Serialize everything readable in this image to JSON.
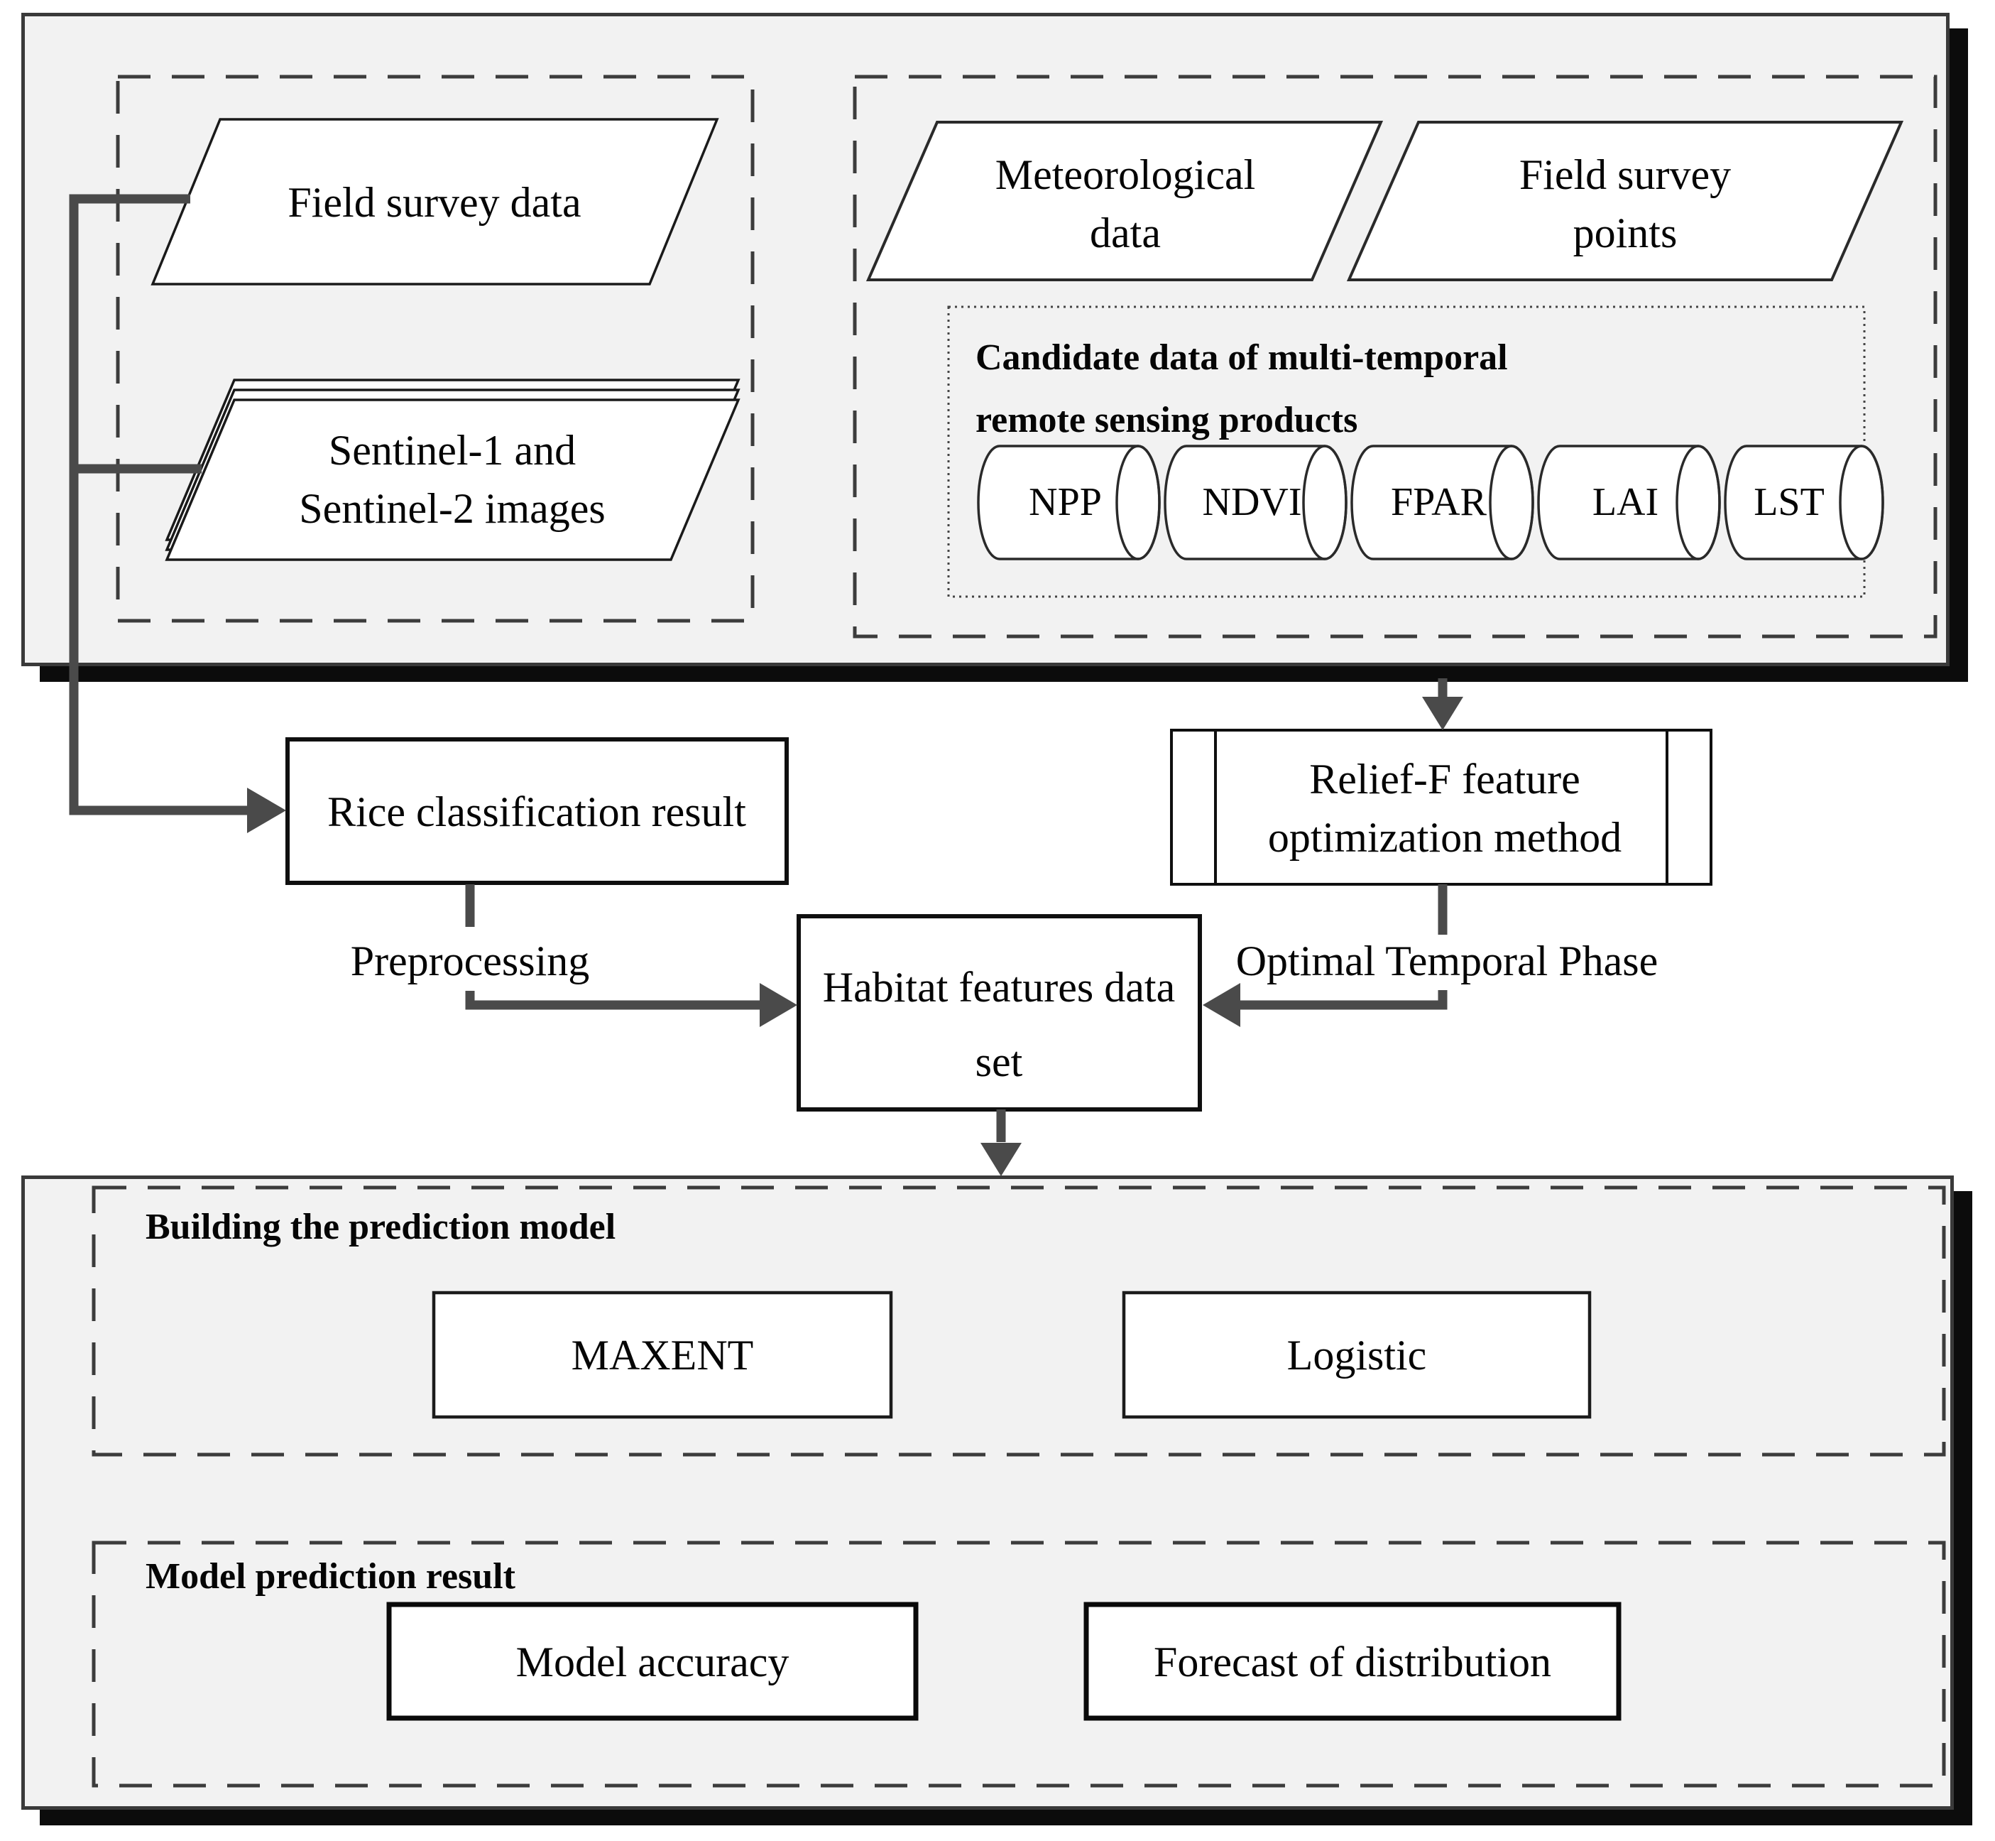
{
  "top_group": {
    "field_survey_data": {
      "label": "Field survey data"
    },
    "sentinel_images": {
      "label": "Sentinel-1 and Sentinel-2 images"
    },
    "meteorological_data": {
      "label": "Meteorological data"
    },
    "field_survey_points": {
      "label": "Field survey points"
    },
    "candidate": {
      "title_line1": "Candidate data of multi-temporal",
      "title_line2": "remote sensing products",
      "products": [
        {
          "label": "NPP"
        },
        {
          "label": "NDVI"
        },
        {
          "label": "FPAR"
        },
        {
          "label": "LAI"
        },
        {
          "label": "LST"
        }
      ]
    }
  },
  "process": {
    "rice_classification": {
      "label": "Rice classification result"
    },
    "relief_f": {
      "label": "Relief-F feature optimization method"
    },
    "habitat_features": {
      "label": "Habitat features data set"
    },
    "edge_labels": {
      "preprocessing": "Preprocessing",
      "optimal_temporal_phase": "Optimal Temporal Phase"
    }
  },
  "prediction": {
    "building_section_title": "Building the prediction model",
    "maxent": {
      "label": "MAXENT"
    },
    "logistic": {
      "label": "Logistic"
    },
    "result_section_title": "Model prediction result",
    "model_accuracy": {
      "label": "Model accuracy"
    },
    "forecast_distribution": {
      "label": "Forecast of distribution"
    }
  },
  "colors": {
    "container_bg": "#f2f2f2",
    "container_border": "#3a3a3a",
    "shadow": "#0c0c0c",
    "shape_border": "#1a1a1a",
    "connector": "#4a4a4a",
    "text": "#050505"
  }
}
